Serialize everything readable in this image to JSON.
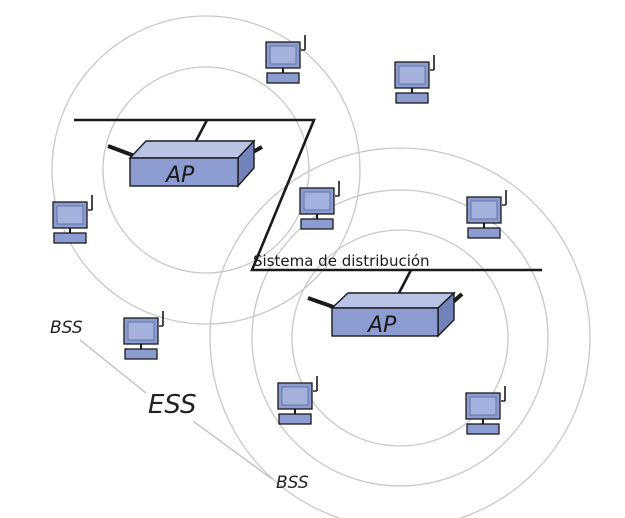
{
  "labels": {
    "distribution_system": "Sistema de distribución",
    "ap_left": "AP",
    "ap_right": "AP",
    "bss_top": "BSS",
    "ess": "ESS",
    "bss_bottom": "BSS"
  },
  "colors": {
    "device_fill": "#8c9cd0",
    "device_light": "#b9c3e6",
    "outline": "#1a1a1a",
    "rings": "#c8c8c8"
  },
  "icons": {
    "station": "computer-monitor-icon",
    "access_point": "access-point-icon"
  }
}
